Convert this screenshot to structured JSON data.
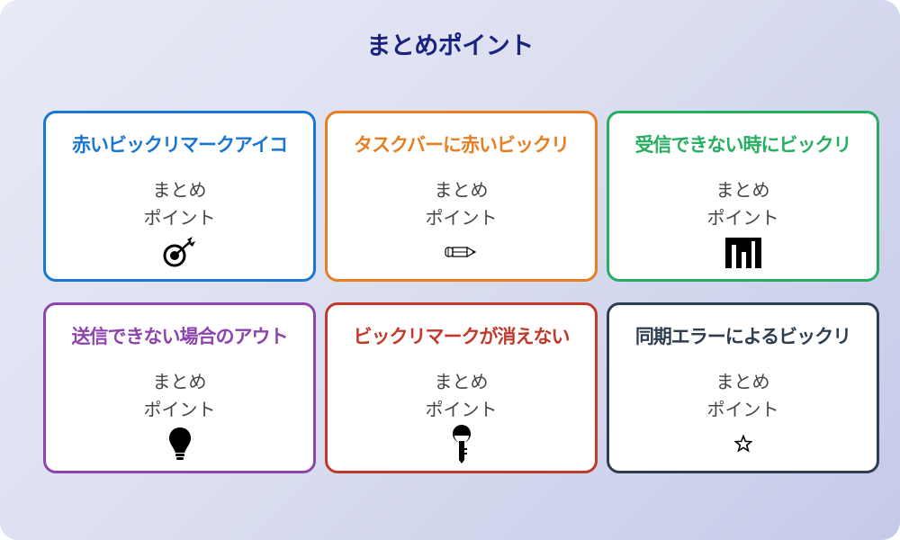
{
  "header": {
    "title": "まとめポイント"
  },
  "cards": [
    {
      "title": "赤いビックリマークアイコ",
      "body_line1": "まとめ",
      "body_line2": "ポイント",
      "icon": "target-icon",
      "color": "#1976d2"
    },
    {
      "title": "タスクバーに赤いビックリ",
      "body_line1": "まとめ",
      "body_line2": "ポイント",
      "icon": "pencil-icon",
      "color": "#e67e22"
    },
    {
      "title": "受信できない時にビックリ",
      "body_line1": "まとめ",
      "body_line2": "ポイント",
      "icon": "signal-bars-icon",
      "color": "#27ae60"
    },
    {
      "title": "送信できない場合のアウト",
      "body_line1": "まとめ",
      "body_line2": "ポイント",
      "icon": "lightbulb-icon",
      "color": "#8e44ad"
    },
    {
      "title": "ビックリマークが消えない",
      "body_line1": "まとめ",
      "body_line2": "ポイント",
      "icon": "key-icon",
      "color": "#c0392b"
    },
    {
      "title": "同期エラーによるビックリ",
      "body_line1": "まとめ",
      "body_line2": "ポイント",
      "icon": "star-icon",
      "color": "#2c3e50"
    }
  ],
  "colors": {
    "title": "#1a237e",
    "body_text": "#444444",
    "background_start": "#e8eaf6",
    "background_end": "#c5cae9"
  }
}
